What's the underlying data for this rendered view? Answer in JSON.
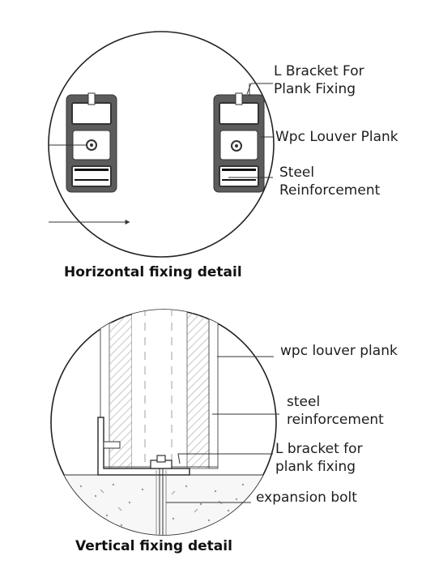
{
  "horizontal": {
    "caption": "Horizontal fixing detail",
    "labels": {
      "l_bracket": [
        "L Bracket For",
        "Plank Fixing"
      ],
      "wpc_plank": "Wpc Louver Plank",
      "steel": [
        "Steel",
        "Reinforcement"
      ]
    }
  },
  "vertical": {
    "caption": "Vertical fixing detail",
    "labels": {
      "wpc_plank": "wpc louver plank",
      "steel": [
        "steel",
        "reinforcement"
      ],
      "l_bracket": [
        "L bracket for",
        "plank fixing"
      ],
      "bolt": "expansion bolt"
    }
  },
  "colors": {
    "profile_fill": "#5c5c5c",
    "hatch": "#bdbdbd",
    "concrete": "#f7f7f7",
    "line": "#333333"
  }
}
